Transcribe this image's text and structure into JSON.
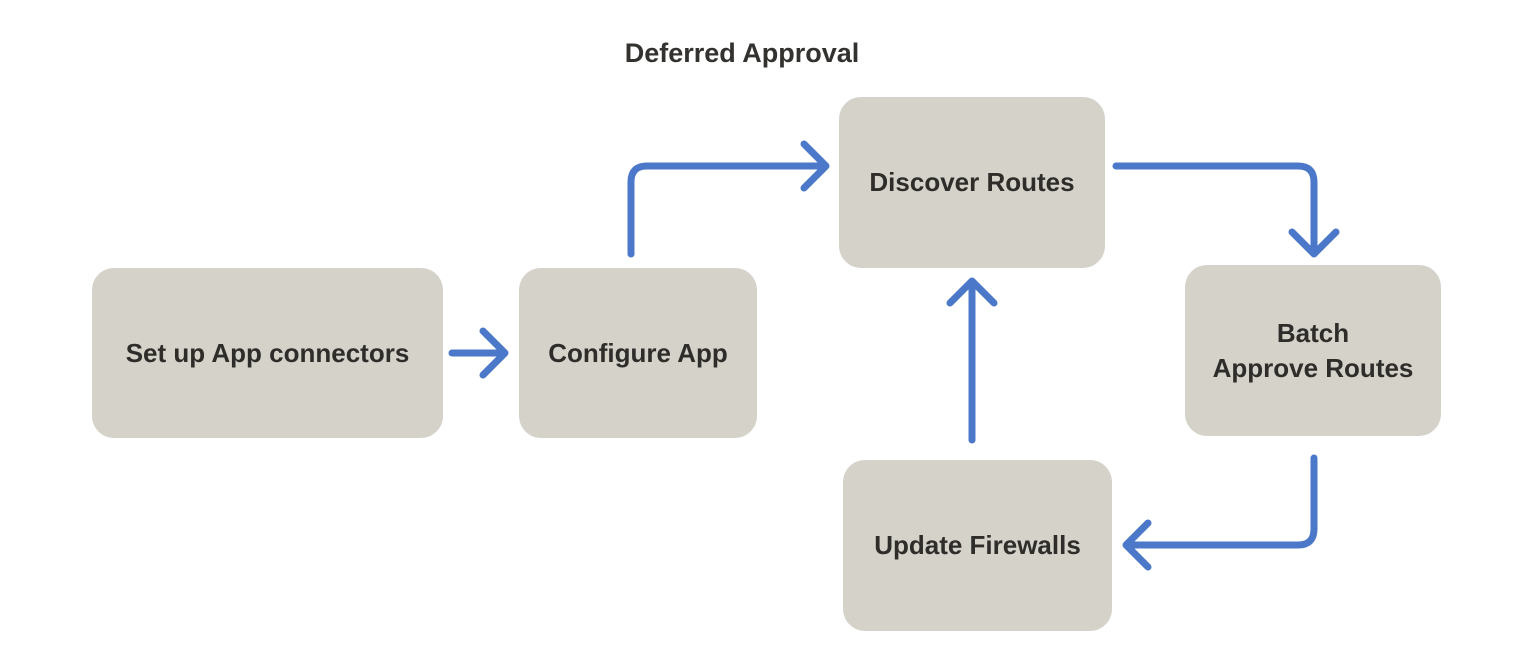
{
  "diagram": {
    "title": "Deferred Approval",
    "nodes": [
      {
        "id": "set-up-app-connectors",
        "label": "Set up App connectors"
      },
      {
        "id": "configure-app",
        "label": "Configure App"
      },
      {
        "id": "discover-routes",
        "label": "Discover Routes"
      },
      {
        "id": "batch-approve-routes",
        "label": [
          "Batch",
          "Approve Routes"
        ]
      },
      {
        "id": "update-firewalls",
        "label": "Update Firewalls"
      }
    ],
    "edges": [
      {
        "from": "set-up-app-connectors",
        "to": "configure-app"
      },
      {
        "from": "configure-app",
        "to": "discover-routes"
      },
      {
        "from": "discover-routes",
        "to": "batch-approve-routes"
      },
      {
        "from": "batch-approve-routes",
        "to": "update-firewalls"
      },
      {
        "from": "update-firewalls",
        "to": "discover-routes"
      }
    ],
    "colors": {
      "background": "#FFFFFF",
      "node_fill": "#D5D2CA",
      "node_text": "#2E2D2A",
      "arrow": "#4C78C9",
      "title_text": "#33322E"
    }
  }
}
